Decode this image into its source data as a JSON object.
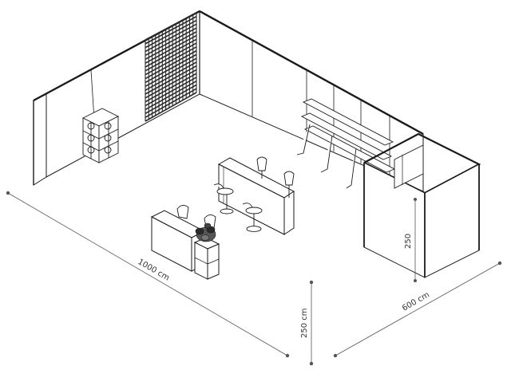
{
  "dimensions": {
    "length_label": "1000 cm",
    "depth_label": "600 cm",
    "height_label": "250 cm",
    "room_height_label": "250"
  },
  "colors": {
    "line": "#1a1a1a",
    "dimension_line": "#555555",
    "slat": "#2a2a2a",
    "plant": "#3a3a3a",
    "background": "#ffffff"
  }
}
